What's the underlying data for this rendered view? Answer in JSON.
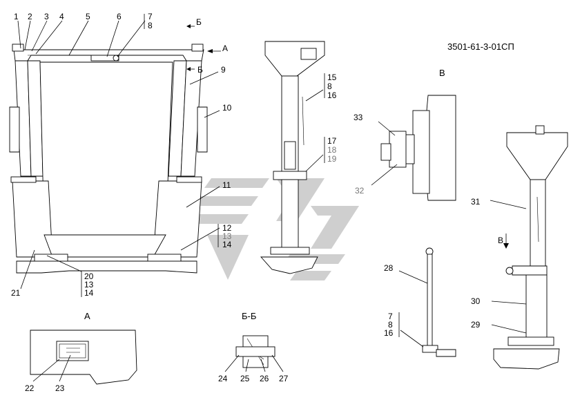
{
  "drawing_code": "3501-61-3-01СП",
  "views": {
    "a": "А",
    "b": "Б",
    "bb": "Б-Б",
    "v": "В"
  },
  "labels": {
    "1": "1",
    "2": "2",
    "3": "3",
    "4": "4",
    "5": "5",
    "6": "6",
    "7": "7",
    "8": "8",
    "9": "9",
    "10": "10",
    "11": "11",
    "12": "12",
    "13": "13",
    "14": "14",
    "15": "15",
    "16": "16",
    "17": "17",
    "18": "18",
    "19": "19",
    "20": "20",
    "21": "21",
    "22": "22",
    "23": "23",
    "24": "24",
    "25": "25",
    "26": "26",
    "27": "27",
    "28": "28",
    "29": "29",
    "30": "30",
    "31": "31",
    "32": "32",
    "33": "33"
  },
  "colors": {
    "line": "#000000",
    "watermark": "#cfcfcf",
    "gray_label": "#777777"
  }
}
